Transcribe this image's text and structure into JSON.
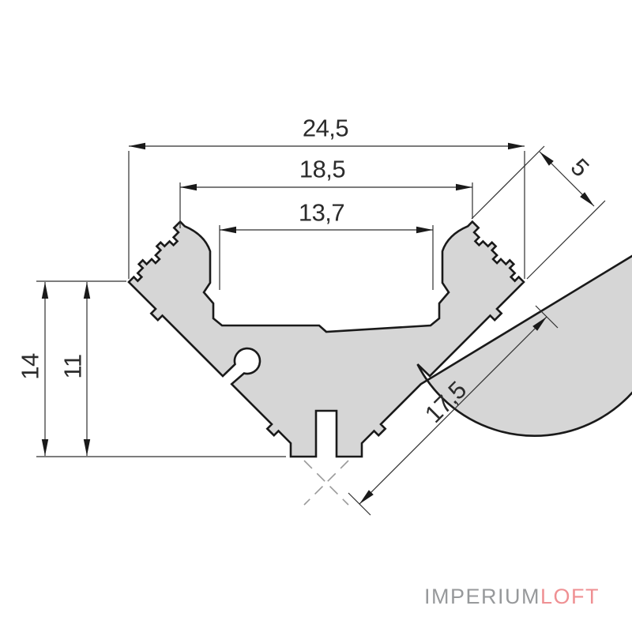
{
  "drawing": {
    "title": "corner-led-profile-cross-section",
    "dimensions": {
      "total_width": "24,5",
      "inner_width": "18,5",
      "channel_width": "13,7",
      "flange_width": "5",
      "side_length": "17,5",
      "total_height": "14",
      "inner_height": "11"
    },
    "colors": {
      "profile_fill": "#d6d6d6",
      "profile_outline": "#1a1a1a",
      "dim_line": "#2f2f2f",
      "dim_text": "#2b2b2b",
      "center_mark": "#9a9a9a",
      "watermark_gray": "#97999b",
      "watermark_red": "#ef9093"
    }
  },
  "watermark": {
    "part1": "IMPERIUM",
    "part2": "LOFT"
  }
}
